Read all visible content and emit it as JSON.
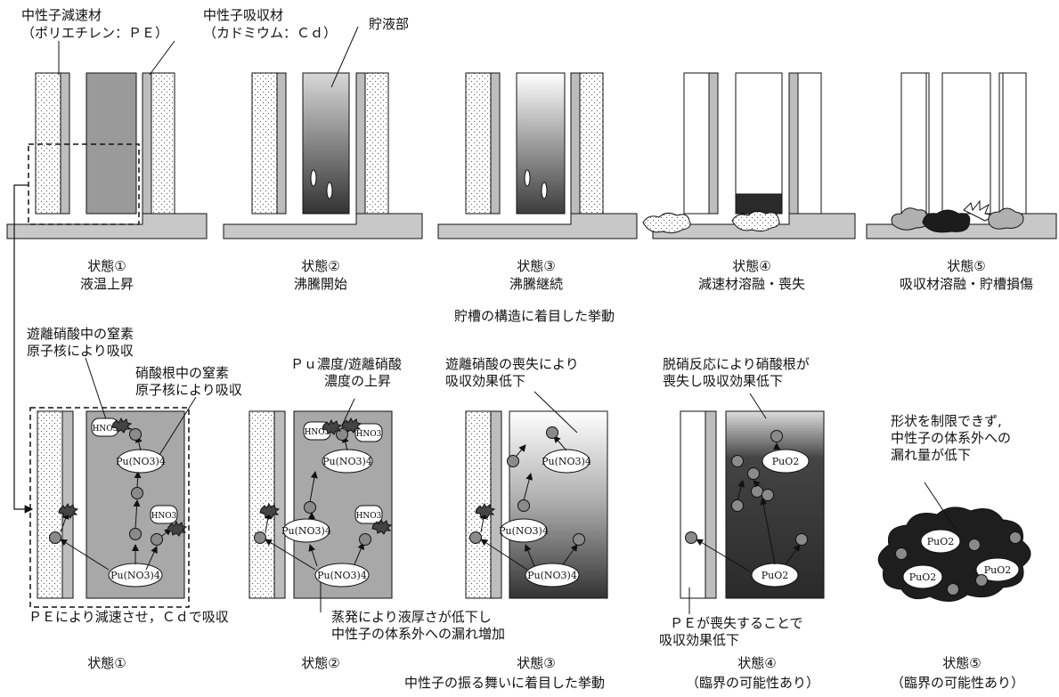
{
  "top": {
    "legend": {
      "moderator": "中性子減速材",
      "moderator_detail": "（ポリエチレン：ＰＥ）",
      "absorber": "中性子吸収材",
      "absorber_detail": "（カドミウム：Ｃｄ）",
      "reservoir": "貯液部"
    },
    "states": [
      {
        "name": "状態①",
        "desc": "液温上昇"
      },
      {
        "name": "状態②",
        "desc": "沸騰開始"
      },
      {
        "name": "状態③",
        "desc": "沸騰継続"
      },
      {
        "name": "状態④",
        "desc": "減速材溶融・喪失"
      },
      {
        "name": "状態⑤",
        "desc": "吸収材溶融・貯槽損傷"
      }
    ],
    "section_title": "貯槽の構造に着目した挙動"
  },
  "bottom": {
    "notes": {
      "n1_line1": "遊離硝酸中の窒素",
      "n1_line2": "原子核により吸収",
      "n2_line1": "硝酸根中の窒素",
      "n2_line2": "原子核により吸収",
      "n3_line1": "Ｐｕ濃度/遊離硝酸",
      "n3_line2": "濃度の上昇",
      "n4_line1": "遊離硝酸の喪失により",
      "n4_line2": "吸収効果低下",
      "n5_line1": "脱硝反応により硝酸根が",
      "n5_line2": "喪失し吸収効果低下",
      "n6_line1": "形状を制限できず,",
      "n6_line2": "中性子の体系外への",
      "n6_line3": "漏れ量が低下",
      "n7": "ＰＥにより減速させ，Ｃｄで吸収",
      "n8_line1": "蒸発により液厚さが低下し",
      "n8_line2": "中性子の体系外への漏れ増加",
      "n9_line1": "ＰＥが喪失することで",
      "n9_line2": "吸収効果低下"
    },
    "chem": {
      "hno3": "HNO3",
      "pu_nitrate": "Pu(NO3)4",
      "puo2": "PuO2"
    },
    "states": [
      {
        "name": "状態①",
        "sub": ""
      },
      {
        "name": "状態②",
        "sub": ""
      },
      {
        "name": "状態③",
        "sub": ""
      },
      {
        "name": "状態④",
        "sub": "（臨界の可能性あり）"
      },
      {
        "name": "状態⑤",
        "sub": "（臨界の可能性あり）"
      }
    ],
    "section_title": "中性子の振る舞いに着目した挙動"
  }
}
